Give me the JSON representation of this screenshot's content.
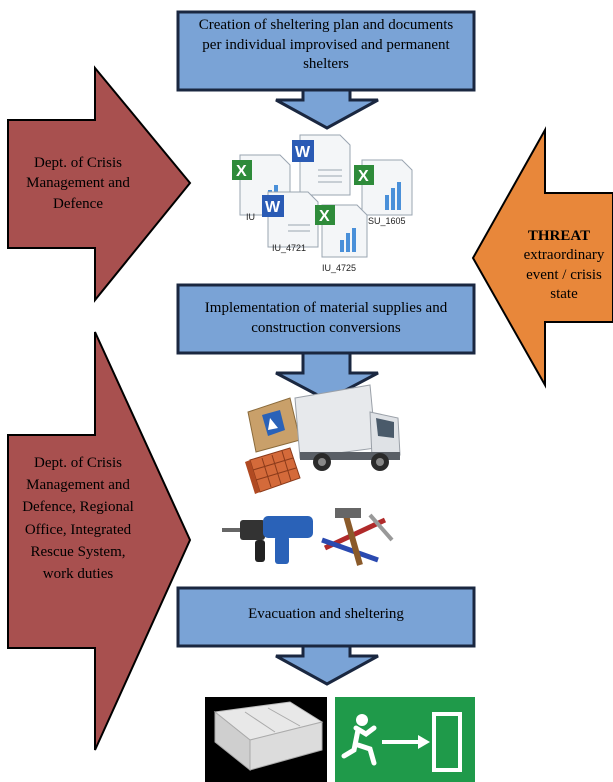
{
  "steps": [
    {
      "text": "Creation of sheltering plan and documents per individual improvised and permanent shelters"
    },
    {
      "text": "Implementation of material supplies and construction conversions"
    },
    {
      "text": "Evacuation and sheltering"
    }
  ],
  "left_arrows": [
    {
      "text": "Dept. of Crisis Management and Defence"
    },
    {
      "text": "Dept. of Crisis Management and Defence, Regional Office, Integrated Rescue System, work duties"
    }
  ],
  "threat": {
    "title": "THREAT",
    "text": "extraordinary event / crisis state"
  },
  "files": [
    "IU",
    "IU_4721",
    "IU_4725",
    "SU_1605"
  ],
  "colors": {
    "step_fill": "#7aa3d6",
    "step_border": "#1a2740",
    "left_arrow_fill": "#a8504f",
    "threat_fill": "#e8873a",
    "excel_green": "#2e8b3a",
    "word_blue": "#2a5bb5",
    "exit_green": "#1f9a4a"
  }
}
